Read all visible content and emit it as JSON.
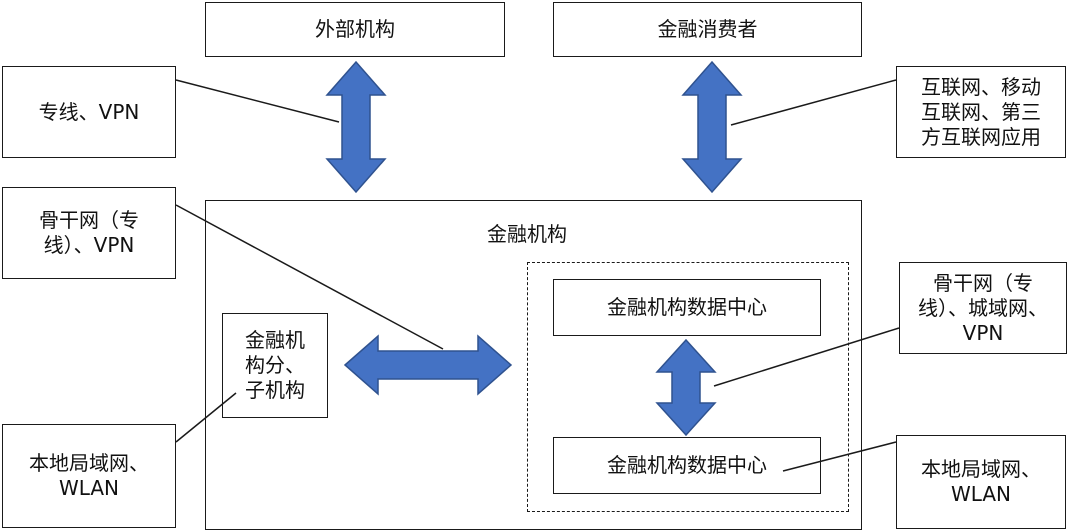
{
  "nodes": {
    "external_org": "外部机构",
    "financial_consumer": "金融消费者",
    "financial_org": "金融机构",
    "data_center_top": "金融机构数据中心",
    "data_center_bottom": "金融机构数据中心",
    "branch": "金融机\n构分、\n子机构"
  },
  "links": {
    "leased_line_vpn": "专线、VPN",
    "internet_mobile_thirdparty": "互联网、移动\n互联网、第三\n方互联网应用",
    "backbone_left": "骨干网（专\n线）、VPN",
    "backbone_right": "骨干网（专\n线）、城域网、\nVPN",
    "lan_wlan_left": "本地局域网、\nWLAN",
    "lan_wlan_right": "本地局域网、\nWLAN"
  },
  "colors": {
    "arrow": "#4472C4",
    "arrow_stroke": "#2F528F",
    "border": "#1a1a1a"
  }
}
